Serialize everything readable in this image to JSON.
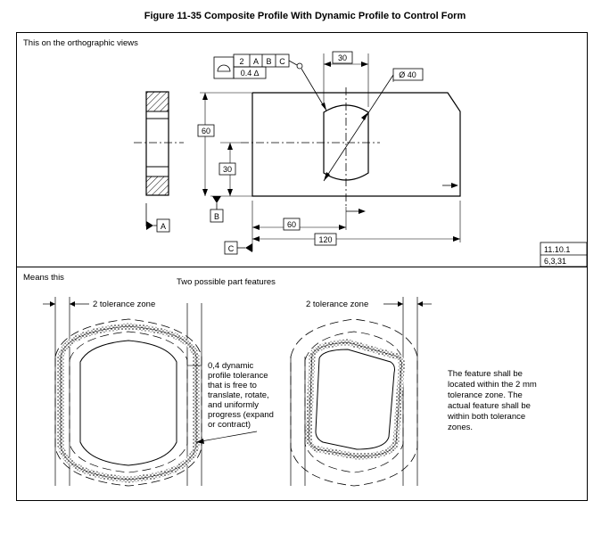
{
  "figure_title": "Figure 11-35 Composite Profile With Dynamic Profile to Control Form",
  "top_panel": {
    "caption": "This on the orthographic views",
    "fcf": {
      "datum_refs": [
        "2",
        "A",
        "B",
        "C"
      ],
      "second_row": "0.4 ∆"
    },
    "dims": {
      "width_top": "30",
      "diameter": "Ø 40",
      "height_total": "60",
      "height_half": "30",
      "horiz_60": "60",
      "horiz_120": "120"
    },
    "datums": {
      "a": "A",
      "b": "B",
      "c": "C"
    },
    "reference": {
      "line1": "11.10.1",
      "line2": "6,3,31"
    }
  },
  "bottom_panel": {
    "caption": "Means this",
    "subtitle": "Two possible part features",
    "zone_left": "2 tolerance zone",
    "zone_right": "2 tolerance zone",
    "note_left": [
      "0,4 dynamic",
      "profile tolerance",
      "that is free to",
      "translate, rotate,",
      "and uniformly",
      "progress (expand",
      "or contract)"
    ],
    "note_right": [
      "The feature shall be",
      "located within the 2 mm",
      "tolerance zone. The",
      "actual feature shall be",
      "within both tolerance",
      "zones."
    ]
  }
}
